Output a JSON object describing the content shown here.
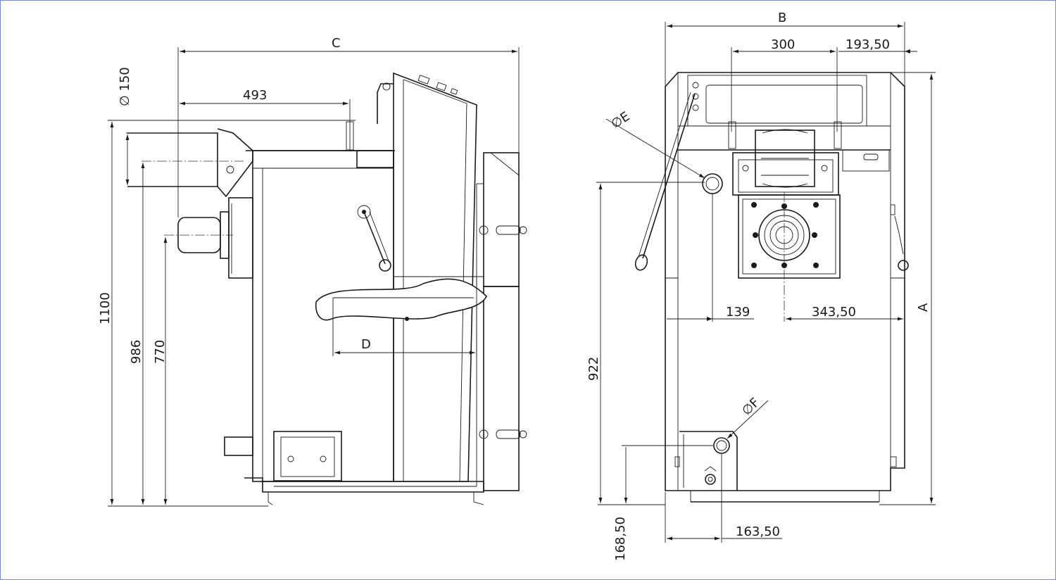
{
  "drawing": {
    "border_color": "#7b88c8",
    "line_color": "#1a1a1a"
  },
  "side_view": {
    "dim_total_width": "C",
    "dim_flue_offset": "493",
    "dim_flue_diameter": "∅ 150",
    "dim_height_total": "1100",
    "dim_height_flue": "986",
    "dim_height_burner": "770",
    "dim_depth": "D"
  },
  "front_view": {
    "dim_width": "B",
    "dim_spacing_a": "300",
    "dim_spacing_b": "193,50",
    "dim_height": "A",
    "dim_diameter_e": "∅E",
    "dim_diameter_f": "∅F",
    "dim_height_e": "922",
    "dim_offset_e": "139",
    "dim_offset_center": "343,50",
    "dim_height_f": "168,50",
    "dim_offset_f": "163,50"
  }
}
